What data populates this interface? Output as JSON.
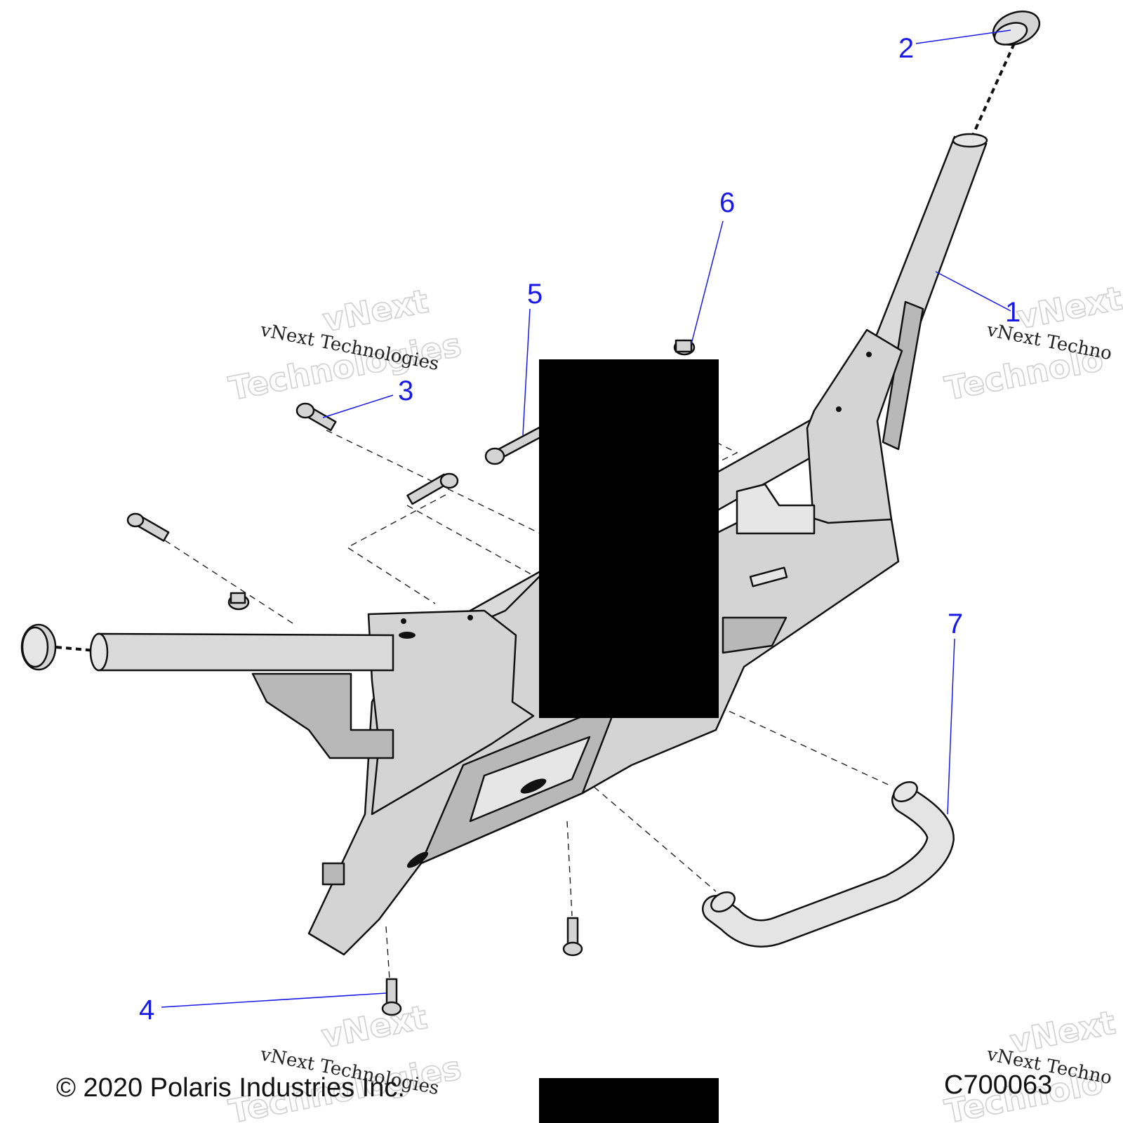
{
  "diagram": {
    "callouts": [
      {
        "number": "1",
        "part": "front bumper frame"
      },
      {
        "number": "2",
        "part": "end cap plug (right)"
      },
      {
        "number": "3",
        "part": "flange bolt"
      },
      {
        "number": "4",
        "part": "flange bolt (lower)"
      },
      {
        "number": "5",
        "part": "long flange bolt"
      },
      {
        "number": "6",
        "part": "flange nut"
      },
      {
        "number": "7",
        "part": "tube guard"
      }
    ],
    "callout_color": "#1a1ae6",
    "watermarks": [
      {
        "top": "vNext",
        "middle": "vNext Technologies",
        "bottom": "Technologies"
      },
      {
        "top": "vNext",
        "middle": "vNext Techno",
        "bottom": "Technolo"
      },
      {
        "top": "vNext",
        "middle": "vNext Technologies",
        "bottom": "Technologies"
      },
      {
        "top": "vNext",
        "middle": "vNext Techno",
        "bottom": "Technolo"
      }
    ],
    "copyright": "© 2020 Polaris Industries Inc.",
    "drawing_number": "C700063",
    "redaction_color": "#000000"
  }
}
